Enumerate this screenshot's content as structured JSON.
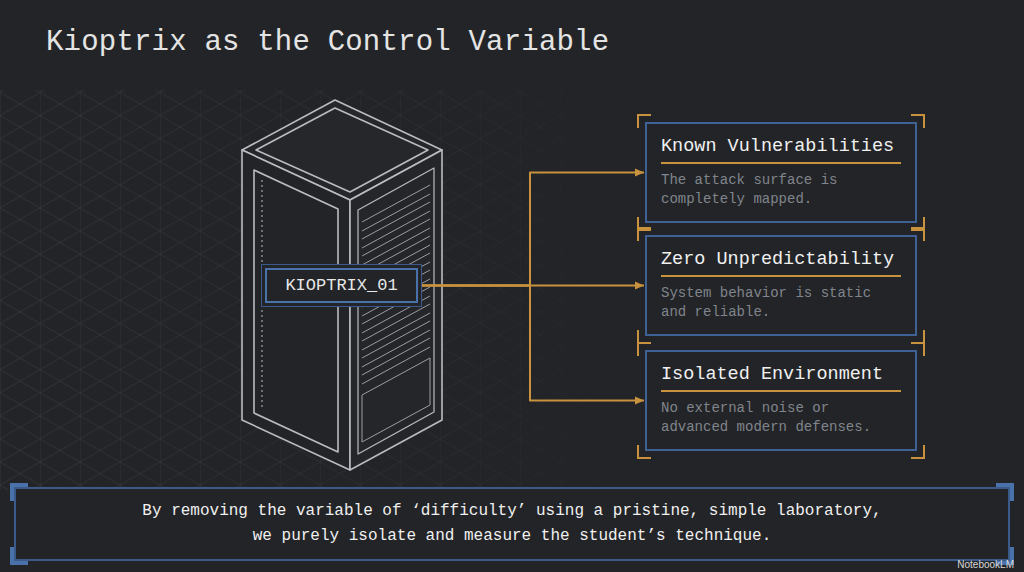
{
  "diagram": {
    "title": "Kioptrix as the Control Variable",
    "nodes": [
      {
        "text": [
          "KIOPTRIX_01"
        ]
      },
      {
        "text": [
          "Known Vulnerabilities",
          "The attack surface is completely mapped."
        ]
      },
      {
        "text": [
          "Zero Unpredictability",
          "System behavior is static and reliable."
        ]
      },
      {
        "text": [
          "Isolated Environment",
          "No external noise or advanced modern defenses."
        ]
      },
      {
        "text": [
          "By removing the variable of ‘difficulty’ using a pristine, simple laboratory, we purely isolate and measure the student’s technique."
        ]
      }
    ],
    "edges": [
      {
        "from": 0,
        "to": 1,
        "arrow": "to"
      },
      {
        "from": 0,
        "to": 2,
        "arrow": "to"
      },
      {
        "from": 0,
        "to": 3,
        "arrow": "to"
      }
    ],
    "labels": [
      "NotebookLM"
    ]
  }
}
